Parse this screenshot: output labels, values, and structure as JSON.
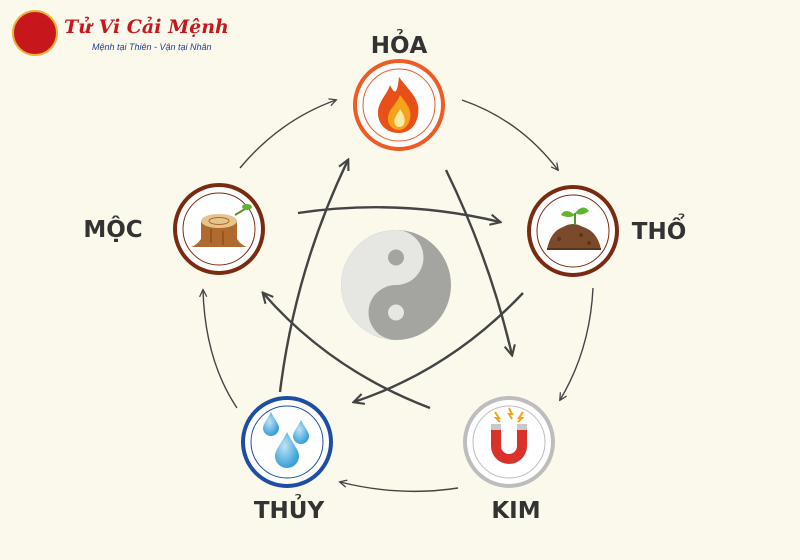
{
  "brand": {
    "title": "Tử Vi Cải Mệnh",
    "subtitle": "Mệnh tại Thiên - Vận tại Nhân"
  },
  "elements": [
    {
      "key": "hoa",
      "label": "HỎA",
      "ring_color": "#ee5b23",
      "icon": "fire-icon"
    },
    {
      "key": "tho",
      "label": "THỔ",
      "ring_color": "#7a2a10",
      "icon": "soil-sprout-icon"
    },
    {
      "key": "kim",
      "label": "KIM",
      "ring_color": "#bdbdbd",
      "icon": "magnet-icon"
    },
    {
      "key": "thuy",
      "label": "THỦY",
      "ring_color": "#1d4ea3",
      "icon": "water-drops-icon"
    },
    {
      "key": "moc",
      "label": "MỘC",
      "ring_color": "#7a2a10",
      "icon": "tree-stump-icon"
    }
  ],
  "center_icon": "yin-yang-icon",
  "colors": {
    "background": "#fbf8ec",
    "arrow": "#444444",
    "label": "#333333"
  }
}
